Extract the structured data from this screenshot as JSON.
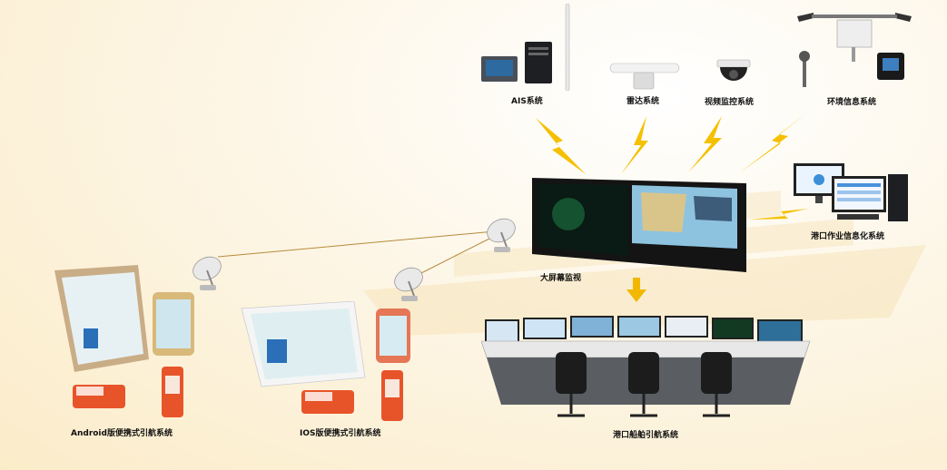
{
  "labels": {
    "ais": "AIS系统",
    "radar": "雷达系统",
    "video": "视频监控系统",
    "env": "环境信息系统",
    "port_info": "港口作业信息化系统",
    "big_screen": "大屏幕监视",
    "port_pilot": "港口船舶引航系统",
    "android": "Android版便携式引航系统",
    "ios": "IOS版便携式引航系统"
  },
  "colors": {
    "background": "#fdf3dc",
    "lightning": "#f5c000",
    "arrow": "#f2b800",
    "link_line": "#b78a3a",
    "device_orange": "#e8542a"
  },
  "icons": [
    "satellite-dish-icon",
    "lightning-icon",
    "down-arrow-icon"
  ]
}
